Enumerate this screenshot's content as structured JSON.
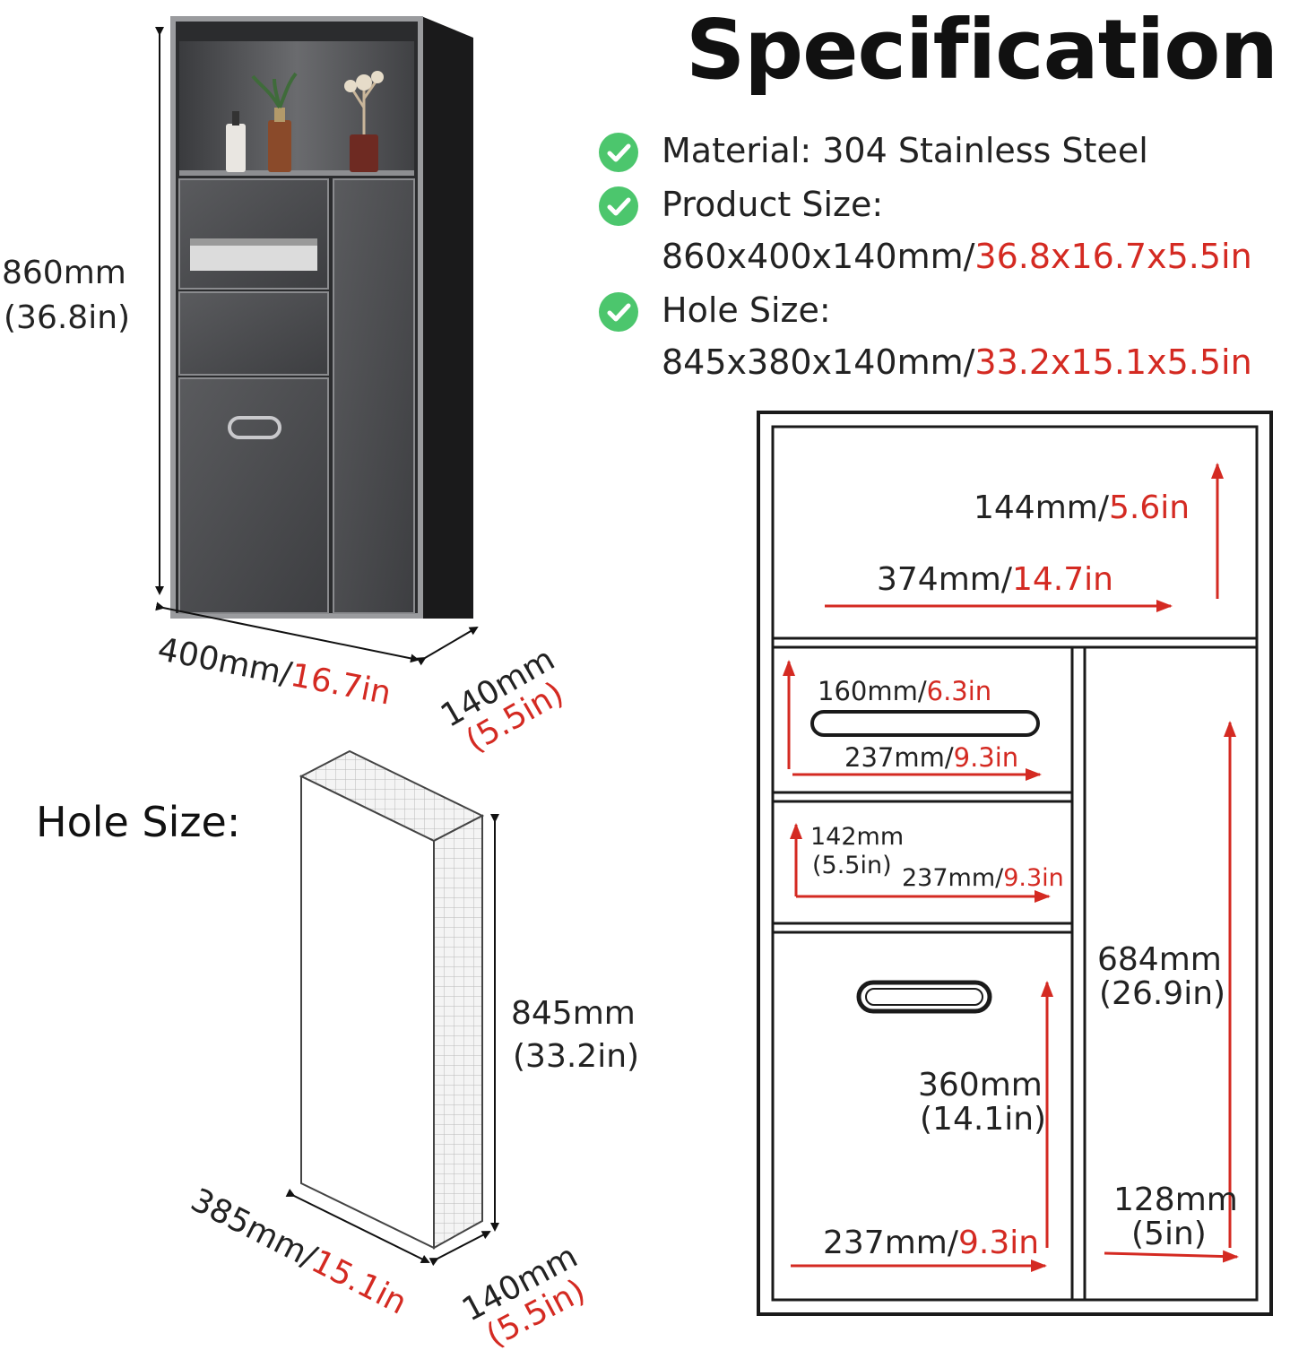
{
  "title": "Specification",
  "specs": {
    "material": "Material: 304 Stainless Steel",
    "product_label": "Product Size:",
    "product_mm": "860x400x140mm/",
    "product_in": "36.8x16.7x5.5in",
    "hole_label": "Hole Size:",
    "hole_mm": "845x380x140mm/",
    "hole_in": "33.2x15.1x5.5in"
  },
  "product_dims": {
    "height_mm": "860mm",
    "height_in": "(36.8in)",
    "width_mm": "400mm/",
    "width_in": "16.7in",
    "depth_mm": "140mm",
    "depth_in": "(5.5in)"
  },
  "hole": {
    "title": "Hole Size:",
    "height_mm": "845mm",
    "height_in": "(33.2in)",
    "width_mm": "385mm/",
    "width_in": "15.1in",
    "depth_mm": "140mm",
    "depth_in": "(5.5in)"
  },
  "compartments": {
    "top_h_mm": "144mm/",
    "top_h_in": "5.6in",
    "top_w_mm": "374mm/",
    "top_w_in": "14.7in",
    "drawer1_h_mm": "160mm/",
    "drawer1_h_in": "6.3in",
    "drawer1_w_mm": "237mm/",
    "drawer1_w_in": "9.3in",
    "drawer2_h_mm": "142mm",
    "drawer2_h_in": "(5.5in)",
    "drawer2_w_mm": "237mm/",
    "drawer2_w_in": "9.3in",
    "bottom_h_mm": "360mm",
    "bottom_h_in": "(14.1in)",
    "bottom_w_mm": "237mm/",
    "bottom_w_in": "9.3in",
    "side_h_mm": "684mm",
    "side_h_in": "(26.9in)",
    "side_w_mm": "128mm",
    "side_w_in": "(5in)"
  }
}
